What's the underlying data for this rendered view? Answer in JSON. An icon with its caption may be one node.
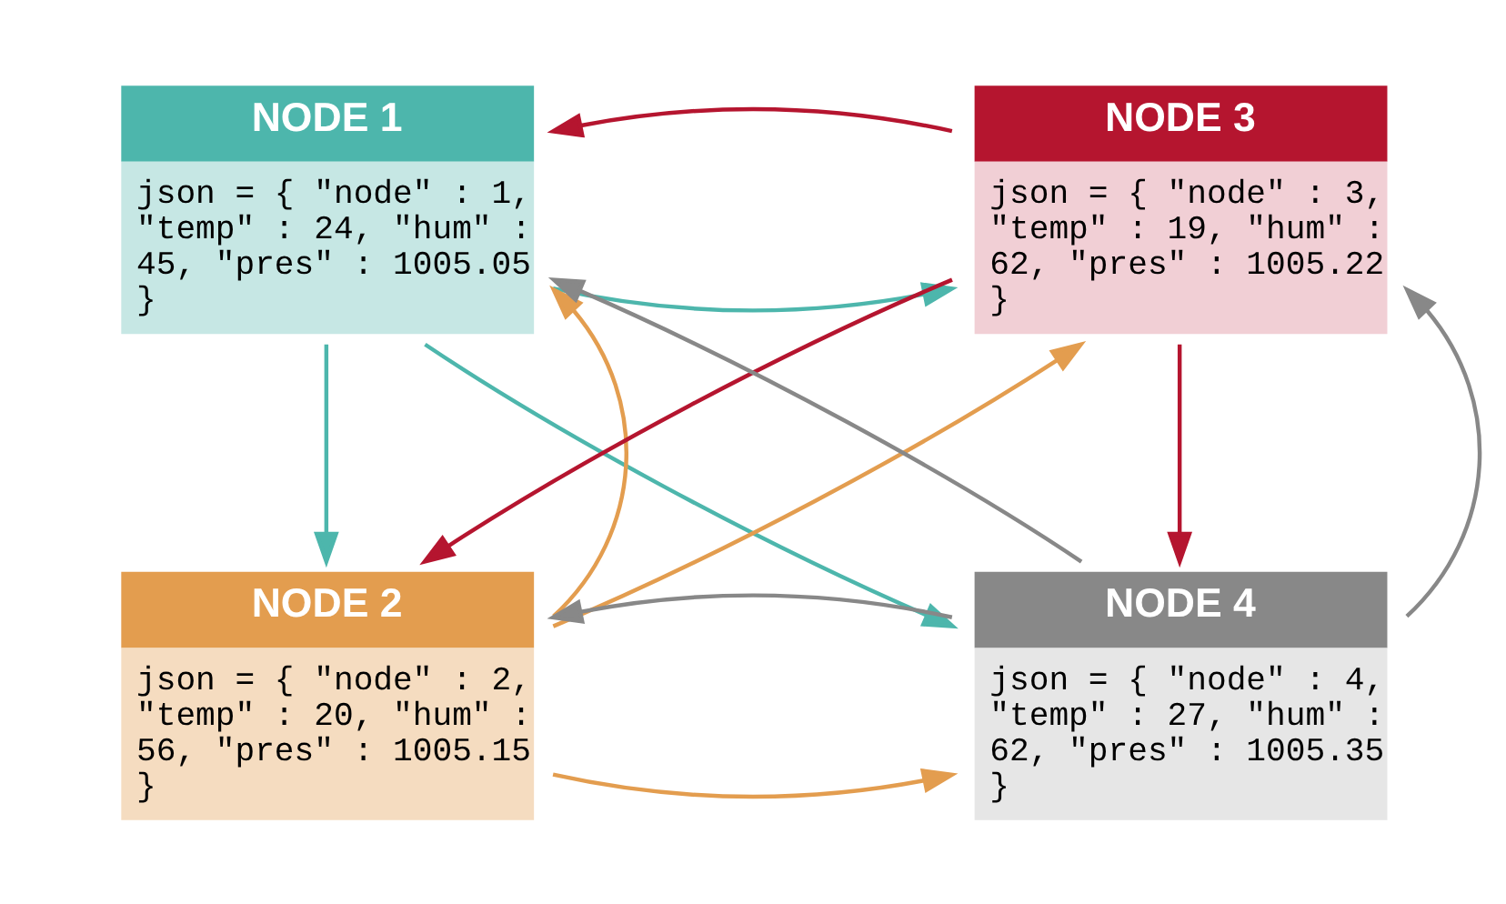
{
  "diagram": {
    "nodes": [
      {
        "text": [
          "NODE 1",
          "json = { \"node\" : 1, \"temp\" : 24, \"hum\" : 45, \"pres\" : 1005.05 }"
        ]
      },
      {
        "text": [
          "NODE 2",
          "json = { \"node\" : 2, \"temp\" : 20, \"hum\" : 56, \"pres\" : 1005.15 }"
        ]
      },
      {
        "text": [
          "NODE 3",
          "json = { \"node\" : 3, \"temp\" : 19, \"hum\" : 62, \"pres\" : 1005.22 }"
        ]
      },
      {
        "text": [
          "NODE 4",
          "json = { \"node\" : 4, \"temp\" : 27, \"hum\" : 62, \"pres\" : 1005.35 }"
        ]
      }
    ],
    "edges": [
      {
        "from": 0,
        "to": 2,
        "arrow": "to",
        "color": "#4db6ac"
      },
      {
        "from": 0,
        "to": 1,
        "arrow": "to",
        "color": "#4db6ac"
      },
      {
        "from": 0,
        "to": 3,
        "arrow": "to",
        "color": "#4db6ac"
      },
      {
        "from": 2,
        "to": 0,
        "arrow": "to",
        "color": "#b5152f"
      },
      {
        "from": 2,
        "to": 1,
        "arrow": "to",
        "color": "#b5152f"
      },
      {
        "from": 2,
        "to": 3,
        "arrow": "to",
        "color": "#b5152f"
      },
      {
        "from": 1,
        "to": 0,
        "arrow": "to",
        "color": "#e39d4f"
      },
      {
        "from": 1,
        "to": 2,
        "arrow": "to",
        "color": "#e39d4f"
      },
      {
        "from": 1,
        "to": 3,
        "arrow": "to",
        "color": "#e39d4f"
      },
      {
        "from": 3,
        "to": 0,
        "arrow": "to",
        "color": "#888888"
      },
      {
        "from": 3,
        "to": 1,
        "arrow": "to",
        "color": "#888888"
      },
      {
        "from": 3,
        "to": 2,
        "arrow": "to",
        "color": "#888888"
      }
    ]
  }
}
